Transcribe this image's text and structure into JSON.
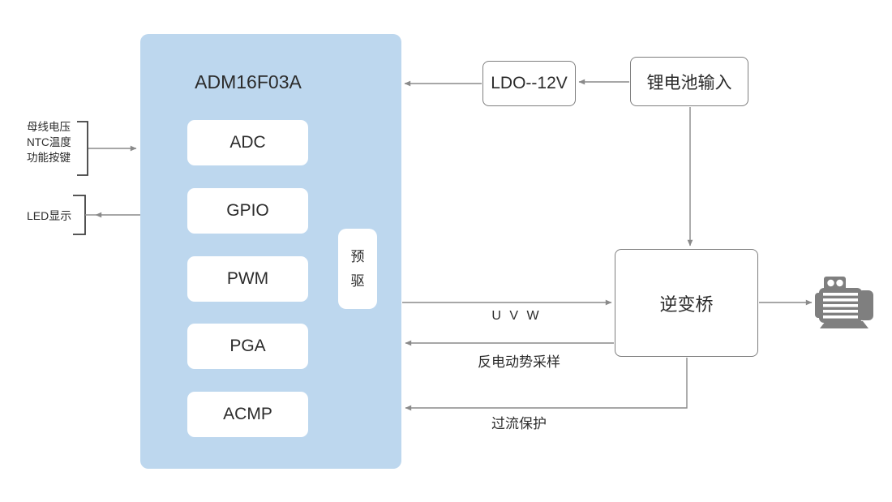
{
  "chip": {
    "title": "ADM16F03A",
    "blocks": [
      "ADC",
      "GPIO",
      "PWM",
      "PGA",
      "ACMP"
    ],
    "predriver": "预驱"
  },
  "left_io": {
    "input_group": [
      "母线电压",
      "NTC温度",
      "功能按键"
    ],
    "led_label": "LED显示"
  },
  "power": {
    "ldo": "LDO--12V",
    "battery": "锂电池输入"
  },
  "inverter": {
    "label": "逆变桥"
  },
  "signal_labels": {
    "uvw": "U V W",
    "back_emf": "反电动势采样",
    "overcurrent": "过流保护"
  },
  "colors": {
    "chip_fill": "#BDD7EE",
    "box_border": "#7F7F7F",
    "wire": "#8A8A8A",
    "motor": "#7F7F7F",
    "text": "#2B2B2B"
  }
}
